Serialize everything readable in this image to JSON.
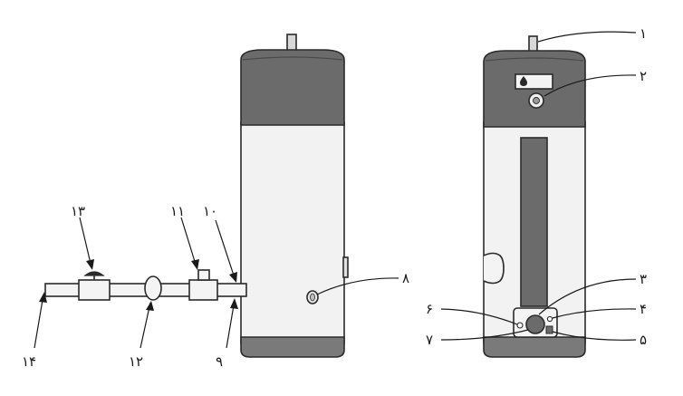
{
  "labels": {
    "l1": "١",
    "l2": "٢",
    "l3": "٣",
    "l4": "۴",
    "l5": "۵",
    "l6": "۶",
    "l7": "٧",
    "l8": "٨",
    "l9": "٩",
    "l10": "١٠",
    "l11": "١١",
    "l12": "١٢",
    "l13": "١٣",
    "l14": "١۴"
  },
  "colors": {
    "head": "#6b6b6b",
    "body": "#f2f2f2",
    "base": "#7a7a7a",
    "outline": "#2a2a2a",
    "dark_panel": "#6b6b6b"
  }
}
